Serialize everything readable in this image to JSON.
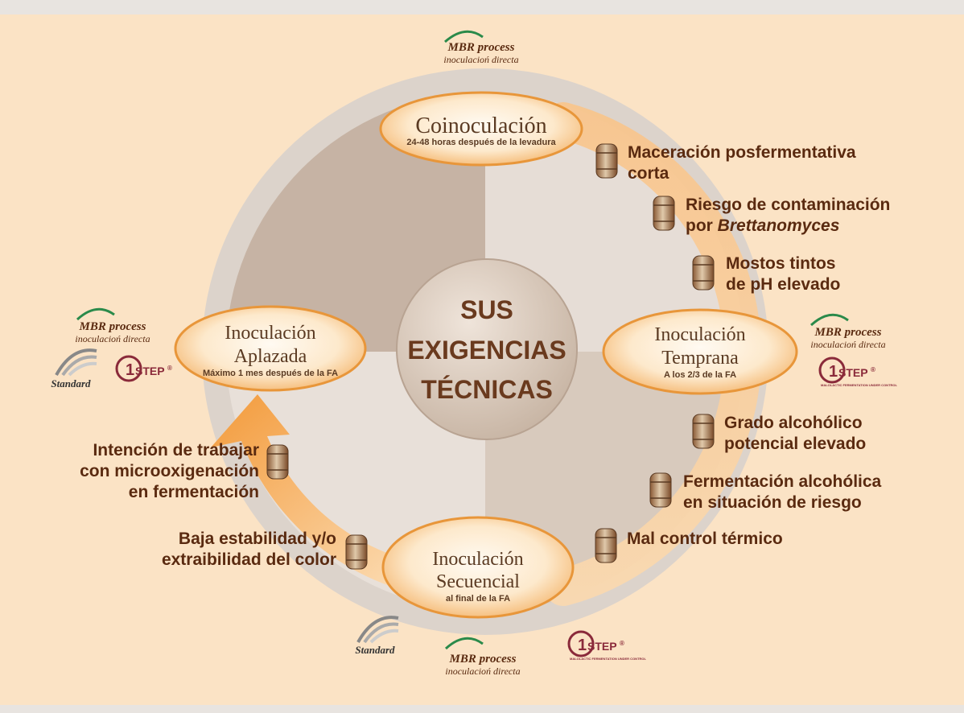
{
  "center": {
    "lines": [
      "SUS",
      "EXIGENCIAS",
      "TÉCNICAS"
    ]
  },
  "stages": {
    "coinoculacion": {
      "title": "Coinoculación",
      "subtitle": "24-48 horas después de la levadura"
    },
    "temprana": {
      "title_1": "Inoculación",
      "title_2": "Temprana",
      "subtitle": "A los 2/3 de la FA"
    },
    "secuencial": {
      "title_1": "Inoculación",
      "title_2": "Secuencial",
      "subtitle": "al final de la FA"
    },
    "aplazada": {
      "title_1": "Inoculación",
      "title_2": "Aplazada",
      "subtitle": "Máximo 1 mes después de la FA"
    }
  },
  "requirements": {
    "r1": {
      "line1": "Maceración posfermentativa",
      "line2": "corta"
    },
    "r2": {
      "line1": "Riesgo de contaminación",
      "line2a": "por ",
      "line2b": "Brettanomyces"
    },
    "r3": {
      "line1": "Mostos tintos",
      "line2": "de pH elevado"
    },
    "r4": {
      "line1": "Grado alcohólico",
      "line2": "potencial elevado"
    },
    "r5": {
      "line1": "Fermentación alcohólica",
      "line2": "en situación de riesgo"
    },
    "r6": {
      "line1": "Mal control térmico"
    },
    "r7": {
      "line1": "Baja estabilidad y/o",
      "line2": "extraibilidad del color"
    },
    "r8": {
      "line1": "Intención de trabajar",
      "line2": "con microoxigenación",
      "line3": "en fermentación"
    }
  },
  "logos": {
    "mbr_title": "MBR process",
    "mbr_sub": "inoculacioń directa",
    "standard": "Standard",
    "step_num": "1",
    "step_word": "STEP",
    "step_reg": "®",
    "step_tag": "MALOLACTIC FERMENTATION UNDER CONTROL"
  },
  "colors": {
    "background": "#fbe3c5",
    "ring": "#dcd3cb",
    "arrow": "#f39a3a",
    "text": "#5a2a10"
  }
}
